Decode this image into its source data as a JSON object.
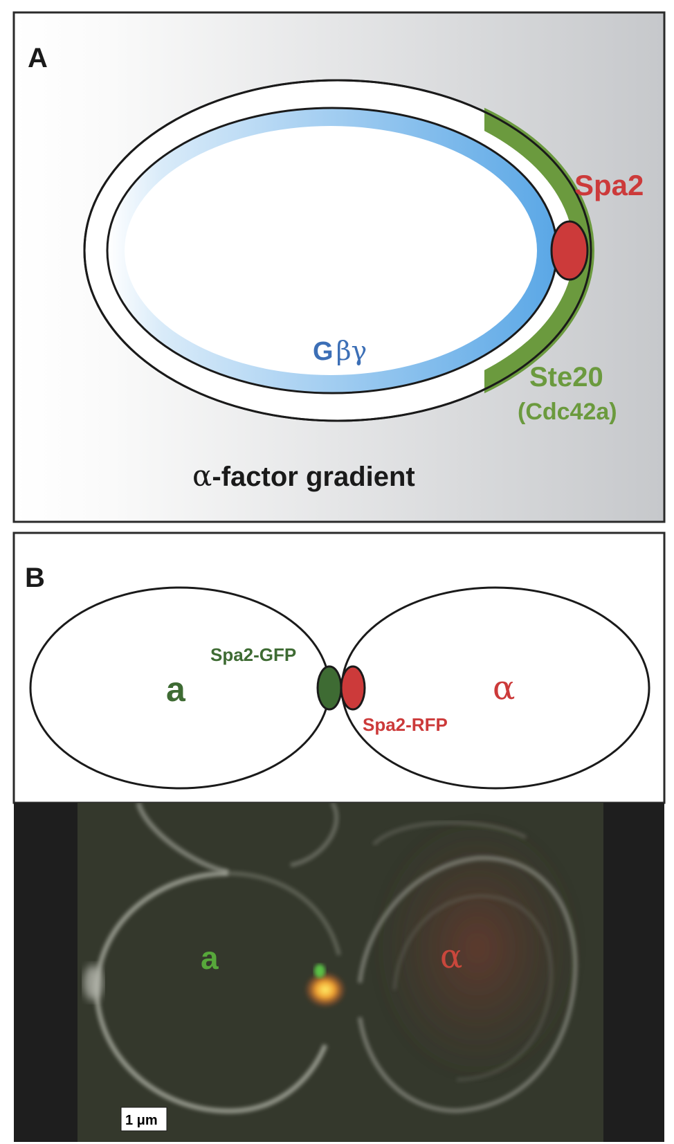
{
  "panel_a": {
    "label": "A",
    "gradient_label_symbol": "α",
    "gradient_label_text": "-factor gradient",
    "gbg_G": "G",
    "gbg_greek": "βγ",
    "spa2": "Spa2",
    "ste20": "Ste20",
    "cdc42a": "(Cdc42a)",
    "colors": {
      "gbg": "#3c6fb6",
      "spa2": "#cc3a3a",
      "ste20": "#6b9a3e",
      "membrane_blue": "#6aaee6",
      "gradient_dark": "#c4c6c9"
    }
  },
  "panel_b": {
    "label": "B",
    "cell_a_label": "a",
    "cell_alpha_label": "α",
    "spa2_gfp": "Spa2-GFP",
    "spa2_rfp": "Spa2-RFP",
    "colors": {
      "gfp": "#3e6b33",
      "rfp": "#cc3a3a"
    }
  },
  "micrograph": {
    "cell_a_label": "a",
    "cell_alpha_label": "α",
    "scale_bar": "1 μm",
    "colors": {
      "a_label": "#57a83b",
      "alpha_label": "#c9473c"
    }
  }
}
